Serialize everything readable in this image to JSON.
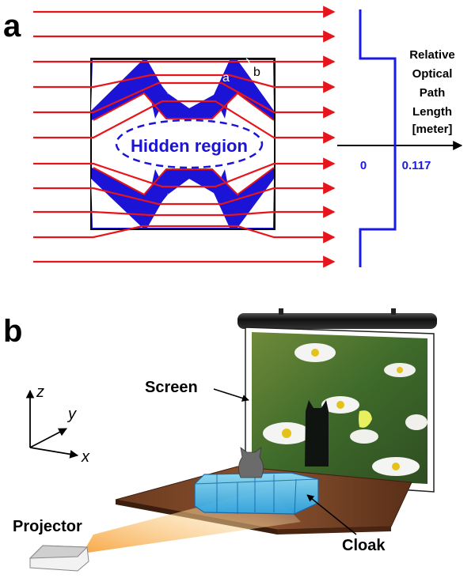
{
  "panel_a": {
    "label": "a",
    "hidden_region_label": "Hidden region",
    "angle_label_a": "a",
    "angle_label_b": "b",
    "axis_title_lines": [
      "Relative",
      "Optical",
      "Path",
      "Length",
      "[meter]"
    ],
    "tick_zero": "0",
    "tick_value": "0.117",
    "ray_color": "#e8141b",
    "cloak_color": "#1b14d6",
    "plot_color": "#1a1ae6"
  },
  "panel_b": {
    "label": "b",
    "screen_label": "Screen",
    "cloak_label": "Cloak",
    "projector_label": "Projector",
    "axis_z": "z",
    "axis_y": "y",
    "axis_x": "x"
  }
}
